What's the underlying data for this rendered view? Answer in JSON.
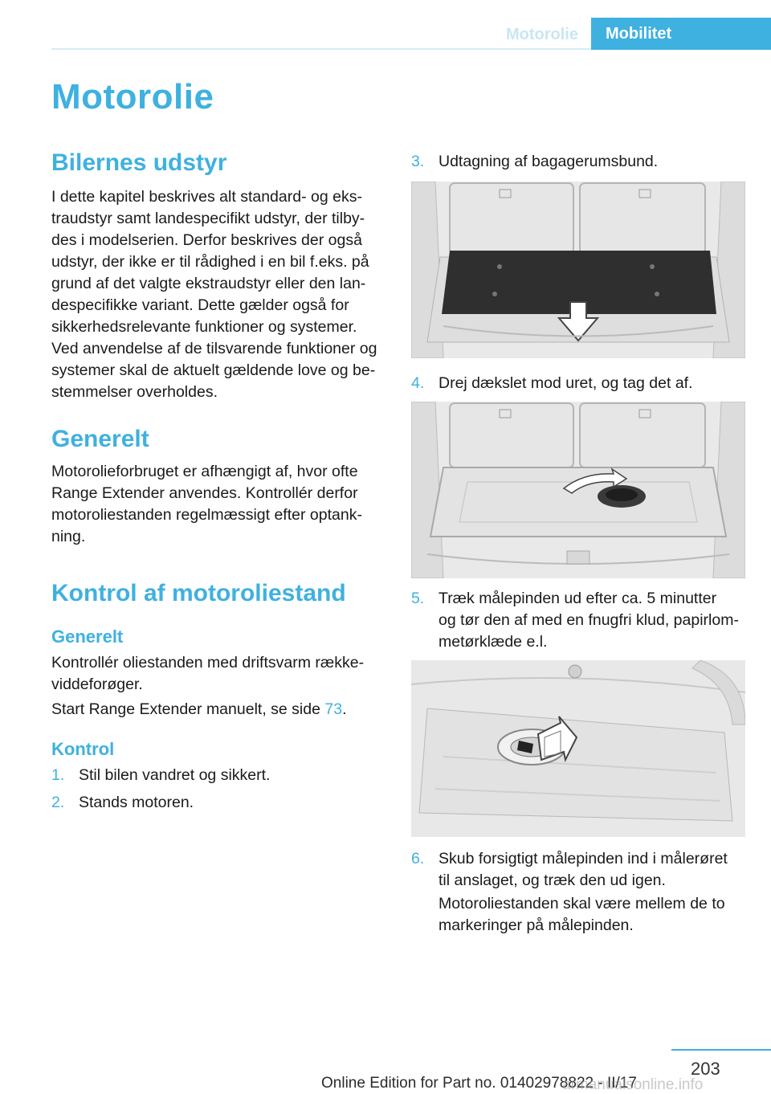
{
  "header": {
    "tab_inactive": "Motorolie",
    "tab_active": "Mobilitet"
  },
  "title": "Motorolie",
  "section1": {
    "heading": "Bilernes udstyr",
    "lines": [
      "I dette kapitel beskrives alt standard- og eks‐",
      "traudstyr samt landespecifikt udstyr, der tilby‐",
      "des i modelserien. Derfor beskrives der også",
      "udstyr, der ikke er til rådighed i en bil f.eks. på",
      "grund af det valgte ekstraudstyr eller den lan‐",
      "despecifikke variant. Dette gælder også for",
      "sikkerhedsrelevante funktioner og systemer.",
      "Ved anvendelse af de tilsvarende funktioner og",
      "systemer skal de aktuelt gældende love og be‐",
      "stemmelser overholdes."
    ]
  },
  "section2": {
    "heading": "Generelt",
    "lines": [
      "Motorolieforbruget er afhængigt af, hvor ofte",
      "Range Extender anvendes. Kontrollér derfor",
      "motoroliestanden regelmæssigt efter optank‐",
      "ning."
    ]
  },
  "section3": {
    "heading": "Kontrol af motoroliestand",
    "sub1_heading": "Generelt",
    "sub1_lines": [
      "Kontrollér oliestanden med driftsvarm række‐",
      "viddeforøger."
    ],
    "start_text": "Start Range Extender manuelt, se side ",
    "start_link": "73",
    "start_end": ".",
    "sub2_heading": "Kontrol"
  },
  "steps": [
    {
      "num": "1.",
      "lines": [
        "Stil bilen vandret og sikkert."
      ]
    },
    {
      "num": "2.",
      "lines": [
        "Stands motoren."
      ]
    },
    {
      "num": "3.",
      "lines": [
        "Udtagning af bagagerumsbund."
      ]
    },
    {
      "num": "4.",
      "lines": [
        "Drej dækslet mod uret, og tag det af."
      ]
    },
    {
      "num": "5.",
      "lines": [
        "Træk målepinden ud efter ca. 5 minutter",
        "og tør den af med en fnugfri klud, papirlom‐",
        "metørklæde e.l."
      ]
    },
    {
      "num": "6.",
      "lines": [
        "Skub forsigtigt målepinden ind i målerøret",
        "til anslaget, og træk den ud igen."
      ]
    }
  ],
  "step6_note": [
    "Motoroliestanden skal være mellem de to",
    "markeringer på målepinden."
  ],
  "footer": {
    "page_number": "203",
    "edition": "Online Edition for Part no. 01402978822 - II/17",
    "watermark": "armanualsonline.info"
  }
}
